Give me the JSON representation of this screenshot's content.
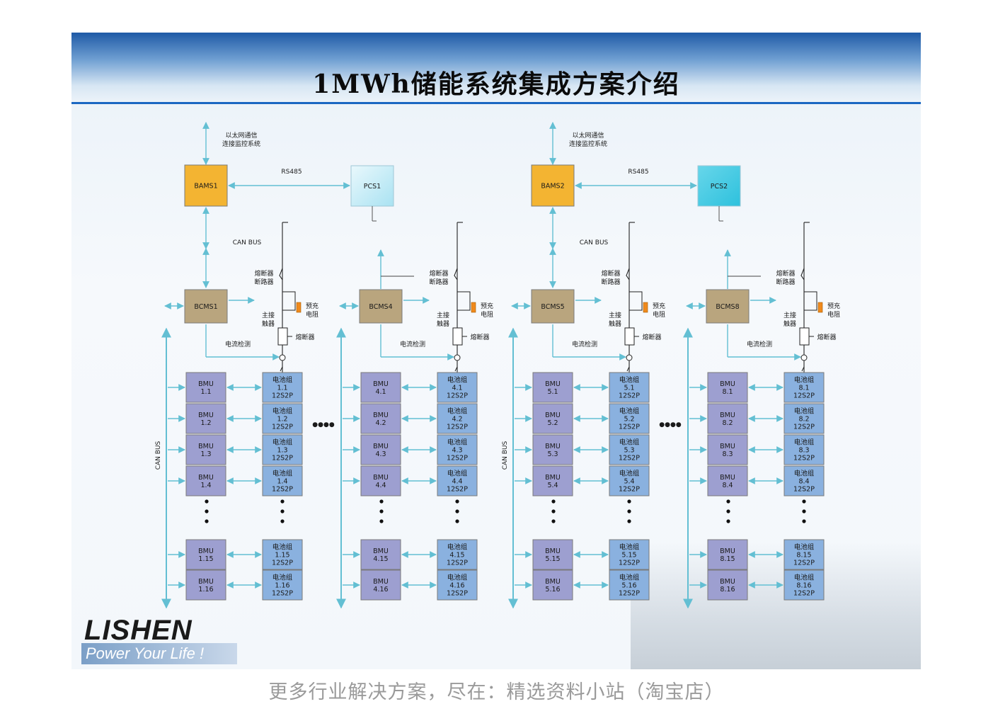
{
  "title": "1MWh储能系统集成方案介绍",
  "footer": "更多行业解决方案，尽在：精选资料小站（淘宝店）",
  "logo": {
    "brand": "LISHEN",
    "slogan": "Power Your Life !"
  },
  "colors": {
    "bams": "#f3b432",
    "bcms": "#b9a57e",
    "bmu": "#9d9fd0",
    "pack": "#8ab1df",
    "pcs": "#bfeaf5",
    "line": "#63bfd3",
    "header": "#1f5aa6"
  },
  "labels": {
    "ethernet_line1": "以太网通信",
    "ethernet_line2": "连接监控系统",
    "rs485": "RS485",
    "can_bus": "CAN BUS",
    "can_bus_vertical": "CAN BUS",
    "breaker_line1": "熔断器",
    "breaker_line2": "断路器",
    "precharge_line1": "预充",
    "precharge_line2": "电阻",
    "main_contactor_line1": "主接",
    "main_contactor_line2": "触器",
    "fuse": "熔断器",
    "current_detect": "电流检测",
    "dots": "●●●●"
  },
  "systems": [
    {
      "bams": "BAMS1",
      "pcs": "PCS1"
    },
    {
      "bams": "BAMS2",
      "pcs": "PCS2"
    }
  ],
  "bcms": [
    "BCMS1",
    "BCMS4",
    "BCMS5",
    "BCMS8"
  ],
  "columns": [
    {
      "bmu": [
        "BMU 1.1",
        "BMU 1.2",
        "BMU 1.3",
        "BMU 1.4",
        "BMU 1.15",
        "BMU 1.16"
      ],
      "pack": [
        [
          "电池组",
          "1.1",
          "12S2P"
        ],
        [
          "电池组",
          "1.2",
          "12S2P"
        ],
        [
          "电池组",
          "1.3",
          "12S2P"
        ],
        [
          "电池组",
          "1.4",
          "12S2P"
        ],
        [
          "电池组",
          "1.15",
          "12S2P"
        ],
        [
          "电池组",
          "1.16",
          "12S2P"
        ]
      ]
    },
    {
      "bmu": [
        "BMU 4.1",
        "BMU 4.2",
        "BMU 4.3",
        "BMU 4.4",
        "BMU 4.15",
        "BMU 4.16"
      ],
      "pack": [
        [
          "电池组",
          "4.1",
          "12S2P"
        ],
        [
          "电池组",
          "4.2",
          "12S2P"
        ],
        [
          "电池组",
          "4.3",
          "12S2P"
        ],
        [
          "电池组",
          "4.4",
          "12S2P"
        ],
        [
          "电池组",
          "4.15",
          "12S2P"
        ],
        [
          "电池组",
          "4.16",
          "12S2P"
        ]
      ]
    },
    {
      "bmu": [
        "BMU 5.1",
        "BMU 5.2",
        "BMU 5.3",
        "BMU 5.4",
        "BMU 5.15",
        "BMU 5.16"
      ],
      "pack": [
        [
          "电池组",
          "5.1",
          "12S2P"
        ],
        [
          "电池组",
          "5.2",
          "12S2P"
        ],
        [
          "电池组",
          "5.3",
          "12S2P"
        ],
        [
          "电池组",
          "5.4",
          "12S2P"
        ],
        [
          "电池组",
          "5.15",
          "12S2P"
        ],
        [
          "电池组",
          "5.16",
          "12S2P"
        ]
      ]
    },
    {
      "bmu": [
        "BMU 8.1",
        "BMU 8.2",
        "BMU 8.3",
        "BMU 8.4",
        "BMU 8.15",
        "BMU 8.16"
      ],
      "pack": [
        [
          "电池组",
          "8.1",
          "12S2P"
        ],
        [
          "电池组",
          "8.2",
          "12S2P"
        ],
        [
          "电池组",
          "8.3",
          "12S2P"
        ],
        [
          "电池组",
          "8.4",
          "12S2P"
        ],
        [
          "电池组",
          "8.15",
          "12S2P"
        ],
        [
          "电池组",
          "8.16",
          "12S2P"
        ]
      ]
    }
  ]
}
